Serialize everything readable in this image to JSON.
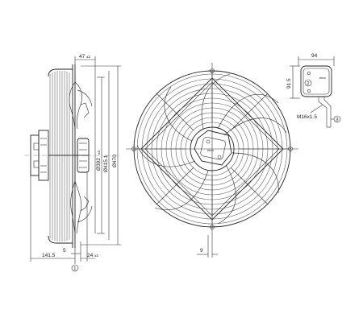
{
  "drawing": {
    "dimensions": {
      "top_offset": "47",
      "top_offset_tol": "±2",
      "overall_depth": "141.5",
      "small_offset": "5",
      "hub_offset": "24",
      "hub_offset_tol": "±2",
      "inner_dia": "Ø392",
      "inner_dia_tol": "±2",
      "mid_dia": "Ø415.1",
      "outer_dia": "Ø470",
      "center_offset": "9",
      "box_width": "94",
      "box_height": "91.5",
      "gland": "M16x1.5"
    },
    "callouts": [
      "1",
      "2",
      "3"
    ],
    "box_label": "ebm"
  },
  "colors": {
    "line": "#333333",
    "background": "#ffffff"
  }
}
